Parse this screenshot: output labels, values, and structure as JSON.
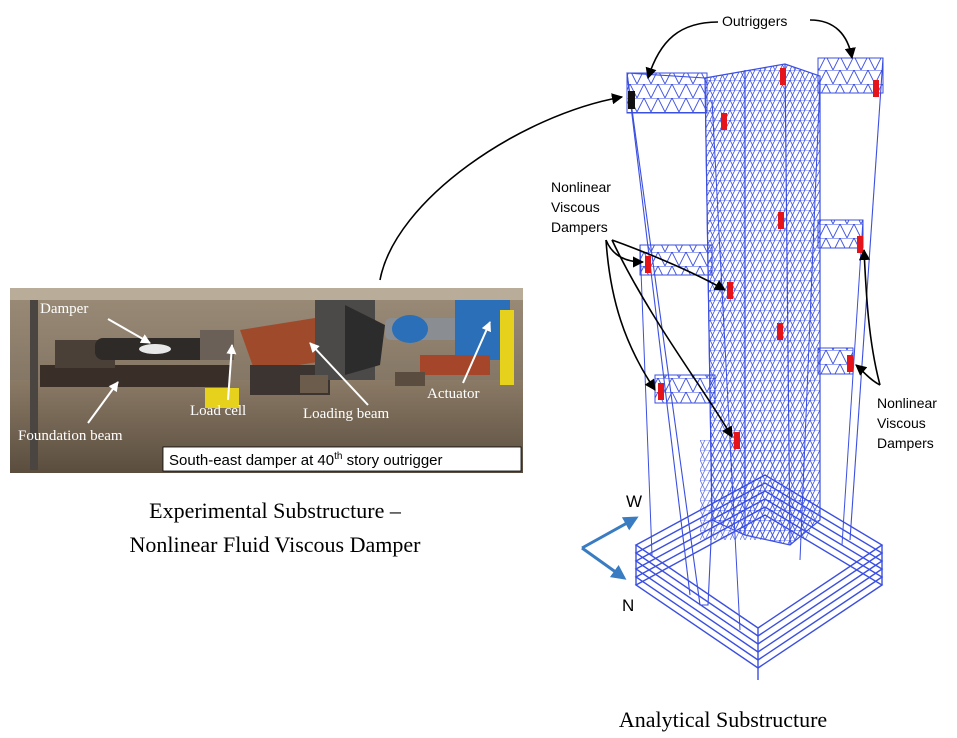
{
  "photo": {
    "labels": {
      "damper": "Damper",
      "load_cell": "Load cell",
      "loading_beam": "Loading beam",
      "actuator": "Actuator",
      "foundation_beam": "Foundation beam"
    },
    "caption_main": "South-east damper at 40",
    "caption_sup": "th",
    "caption_tail": " story outrigger"
  },
  "experimental_caption": {
    "line1": "Experimental Substructure –",
    "line2": "Nonlinear Fluid Viscous Damper"
  },
  "model": {
    "outriggers_label": "Outriggers",
    "dampers_label_left": [
      "Nonlinear",
      "Viscous",
      "Dampers"
    ],
    "dampers_label_right": [
      "Nonlinear",
      "Viscous",
      "Dampers"
    ],
    "compass": {
      "west": "W",
      "north": "N"
    },
    "caption": "Analytical Substructure"
  },
  "colors": {
    "frame": "#3b4fe0",
    "damper_red": "#e5141a",
    "damper_black": "#111111",
    "compass_arrow": "#3a7cc2",
    "photo_dark": "#3a2f28",
    "actuator_blue": "#2a6fb8",
    "yellow_equipment": "#e6d21d"
  }
}
